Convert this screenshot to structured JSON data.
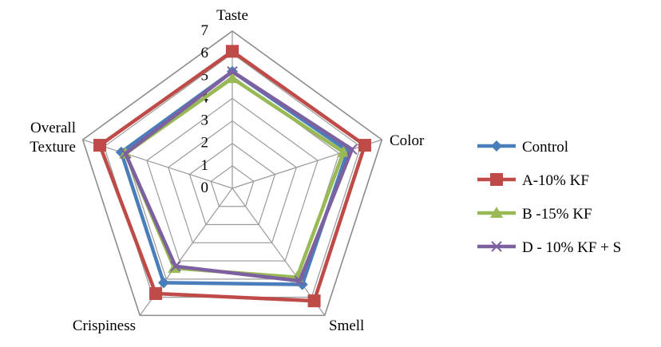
{
  "chart_data": {
    "type": "radar",
    "axes": [
      "Taste",
      "Color",
      "Smell",
      "Crispiness",
      "Overall Texture"
    ],
    "axis_label_lines": [
      [
        "Taste"
      ],
      [
        "Color"
      ],
      [
        "Smell"
      ],
      [
        "Crispiness"
      ],
      [
        "Overall",
        "Texture"
      ]
    ],
    "rlim": [
      0,
      7
    ],
    "ticks": [
      "0",
      "1",
      "2",
      "3",
      "4",
      "5",
      "6",
      "7"
    ],
    "grid": true,
    "legend_position": "right",
    "series": [
      {
        "name": "Control",
        "color": "#4a7ebb",
        "marker": "diamond",
        "values": [
          5.2,
          5.4,
          5.3,
          5.2,
          5.2
        ]
      },
      {
        "name": "A-10% KF",
        "color": "#be4b48",
        "marker": "square",
        "values": [
          6.1,
          6.2,
          6.2,
          5.8,
          6.2
        ]
      },
      {
        "name": "B -15% KF",
        "color": "#98b954",
        "marker": "triangle",
        "values": [
          4.9,
          5.2,
          4.9,
          4.4,
          5.0
        ]
      },
      {
        "name": "D - 10% KF + S",
        "color": "#7d60a0",
        "marker": "x",
        "values": [
          5.2,
          5.6,
          5.1,
          4.3,
          5.0
        ]
      }
    ]
  }
}
